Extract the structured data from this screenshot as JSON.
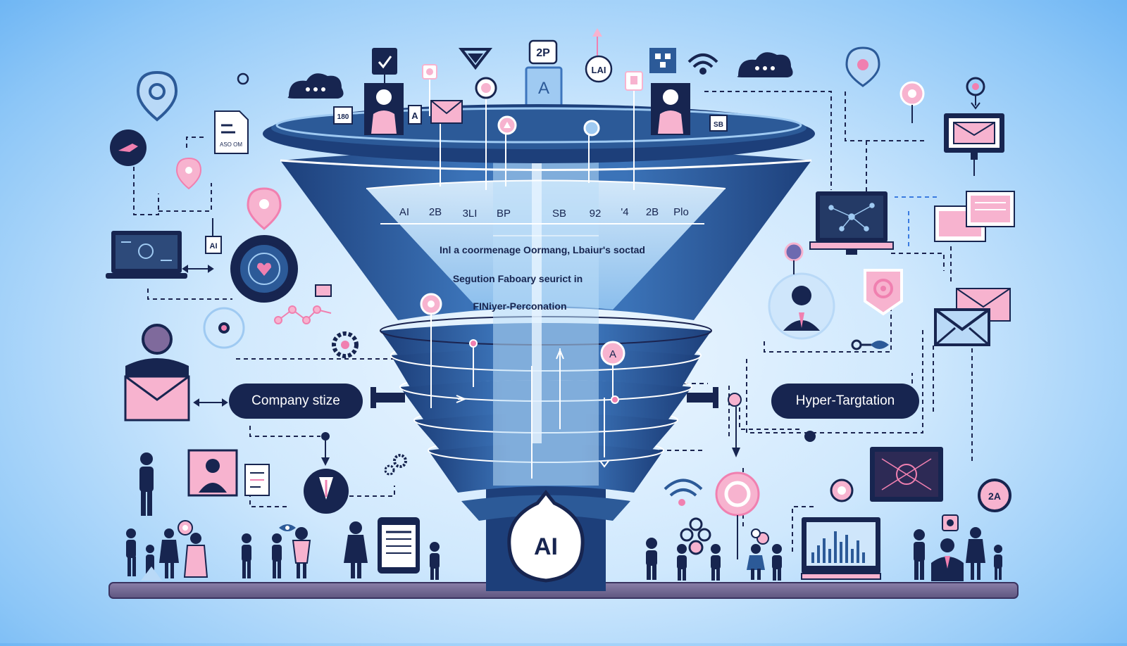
{
  "funnel": {
    "tag_row": [
      "AI",
      "2B",
      "3LI",
      "BP",
      "SB",
      "92",
      "'4",
      "2B",
      "Plo"
    ],
    "text_lines": [
      "Inl a coormenage Oormang, Lbaiur's soctad",
      "Segution Faboary seurict in",
      "FINiyer-Perconation"
    ],
    "ai_badge": "AI"
  },
  "labels": {
    "left_pill": "Company stize",
    "right_pill": "Hyper-Targtation"
  },
  "top_icons": {
    "box_2p": "2P",
    "box_a": "A",
    "box_lai": "LAI",
    "tag_180": "180",
    "tag_a": "A",
    "tag_sb": "SB"
  },
  "side_tags": {
    "doc_text": "ASO OM",
    "ai_tag": "AI",
    "bubble_a": "A",
    "tag_2a": "2A"
  },
  "colors": {
    "navy": "#172550",
    "blue": "#2c5a98",
    "light_blue": "#9fcaf2",
    "pink": "#f080b0",
    "pink_light": "#f7b3cf"
  }
}
